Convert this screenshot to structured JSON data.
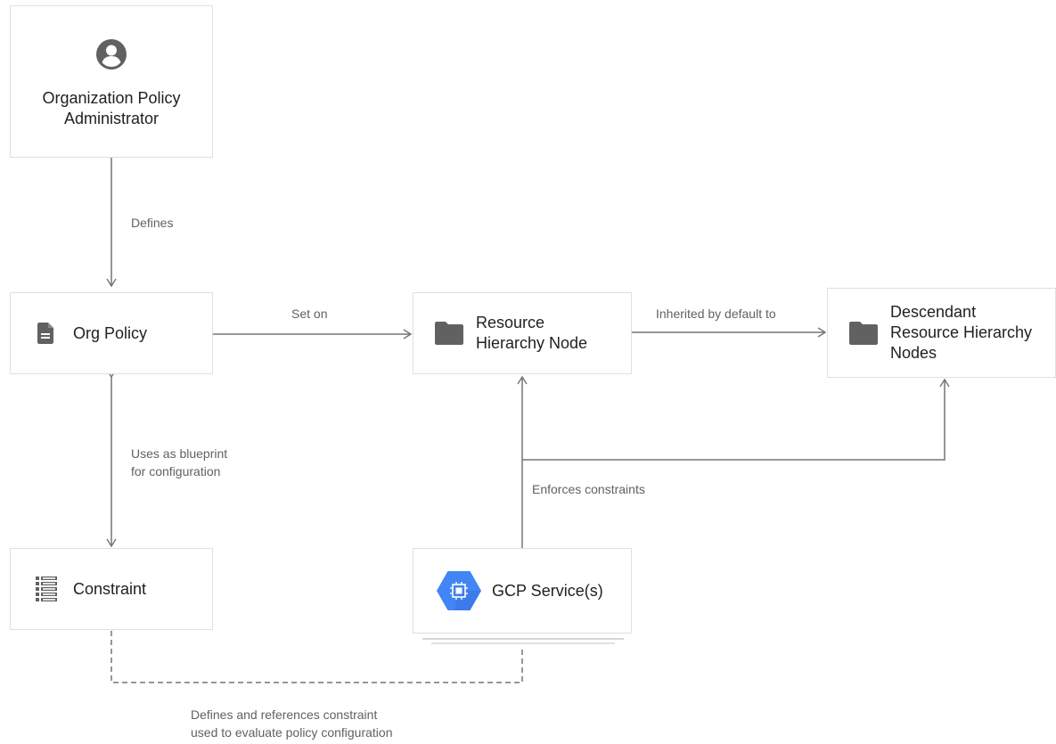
{
  "nodes": {
    "admin": {
      "label_line1": "Organization Policy",
      "label_line2": "Administrator",
      "icon": "account-circle-icon"
    },
    "org_policy": {
      "label": "Org Policy",
      "icon": "document-icon"
    },
    "resource_node": {
      "label_line1": "Resource",
      "label_line2": "Hierarchy Node",
      "icon": "folder-icon"
    },
    "descendant": {
      "label_line1": "Descendant",
      "label_line2": "Resource Hierarchy",
      "label_line3": "Nodes",
      "icon": "folder-icon"
    },
    "constraint": {
      "label": "Constraint",
      "icon": "list-icon"
    },
    "gcp_service": {
      "label": "GCP Service(s)",
      "icon": "gcp-hexagon-chip-icon"
    }
  },
  "edges": {
    "defines": "Defines",
    "set_on": "Set on",
    "inherited": "Inherited by default to",
    "uses_line1": "Uses as blueprint",
    "uses_line2": "for configuration",
    "enforces": "Enforces constraints",
    "references_line1": "Defines and references constraint",
    "references_line2": "used to evaluate policy configuration"
  },
  "colors": {
    "line": "#757575",
    "icon": "#616161",
    "gcp_blue": "#4285f4",
    "box_border": "#e0e0e0"
  }
}
